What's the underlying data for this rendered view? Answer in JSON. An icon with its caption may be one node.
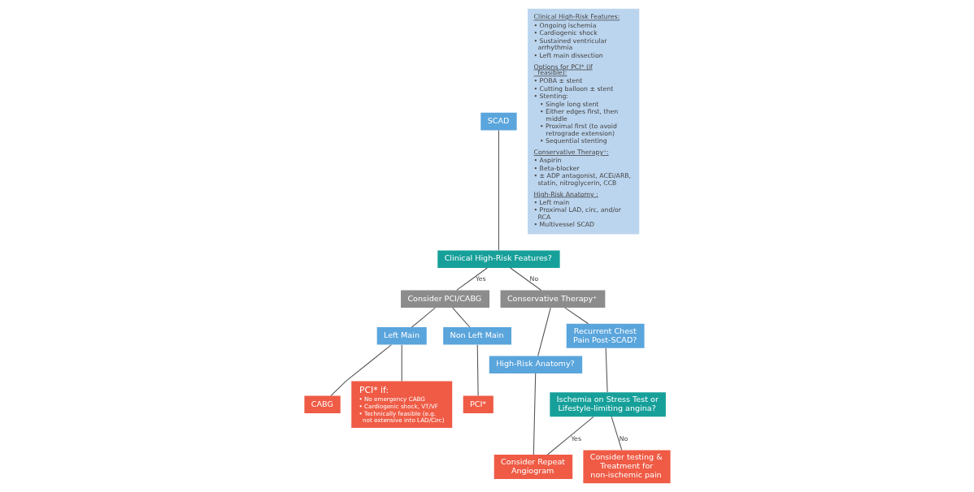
{
  "diagram": {
    "nodes": [
      {
        "text": [
          "SCAD"
        ]
      },
      {
        "text": [
          "Clinical High-Risk Features?"
        ]
      },
      {
        "text": [
          "Consider PCI/CABG"
        ]
      },
      {
        "text": [
          "Conservative Therapy⁺"
        ]
      },
      {
        "text": [
          "Left Main"
        ]
      },
      {
        "text": [
          "Non Left Main"
        ]
      },
      {
        "text": [
          "High-Risk Anatomy?"
        ]
      },
      {
        "text": [
          "Recurrent Chest Pain Post-SCAD?"
        ]
      },
      {
        "text": [
          "CABG"
        ]
      },
      {
        "text": [
          "PCI* if:",
          "• No emergency CABG",
          "• Cardiogenic shock, VT/VF",
          "• Technically feasible (e.g. not extensive into LAD/Circ)"
        ]
      },
      {
        "text": [
          "PCI*"
        ]
      },
      {
        "text": [
          "Ischemia on Stress Test or Lifestyle-limiting angina?"
        ]
      },
      {
        "text": [
          "Consider Repeat Angiogram"
        ]
      },
      {
        "text": [
          "Consider testing & Treatment for non-ischemic pain"
        ]
      },
      {
        "text": [
          "Clinical High-Risk Features:",
          "• Ongoing ischemia",
          "• Cardiogenic shock",
          "• Sustained ventricular arrhythmia",
          "• Left main dissection",
          "Options for PCI* (if feasible):",
          "• POBA ± stent",
          "• Cutting balloon ± stent",
          "• Stenting:",
          "• Single long stent",
          "• Either edges first, then middle",
          "• Proximal first (to avoid retrograde extension)",
          "• Sequential stenting",
          "Conservative Therapy⁺:",
          "• Aspirin",
          "• Beta-blocker",
          "• ± ADP antagonist, ACEi/ARB, statin, nitroglycerin, CCB",
          "High-Risk Anatomy :",
          "• Left main",
          "• Proximal LAD, circ, and/or RCA",
          "• Multivessel SCAD"
        ]
      }
    ],
    "edges": [
      {
        "from": 0,
        "to": 1,
        "arrow": "none"
      },
      {
        "from": 1,
        "to": 2,
        "arrow": "none",
        "label": "Yes"
      },
      {
        "from": 1,
        "to": 3,
        "arrow": "none",
        "label": "No"
      },
      {
        "from": 2,
        "to": 4,
        "arrow": "none"
      },
      {
        "from": 2,
        "to": 5,
        "arrow": "none"
      },
      {
        "from": 3,
        "to": 6,
        "arrow": "none"
      },
      {
        "from": 3,
        "to": 7,
        "arrow": "none"
      },
      {
        "from": 4,
        "to": 8,
        "arrow": "none"
      },
      {
        "from": 4,
        "to": 9,
        "arrow": "none"
      },
      {
        "from": 5,
        "to": 10,
        "arrow": "none"
      },
      {
        "from": 6,
        "to": 12,
        "arrow": "none"
      },
      {
        "from": 7,
        "to": 11,
        "arrow": "none"
      },
      {
        "from": 11,
        "to": 12,
        "arrow": "none",
        "label": "Yes"
      },
      {
        "from": 11,
        "to": 13,
        "arrow": "none",
        "label": "No"
      }
    ]
  }
}
